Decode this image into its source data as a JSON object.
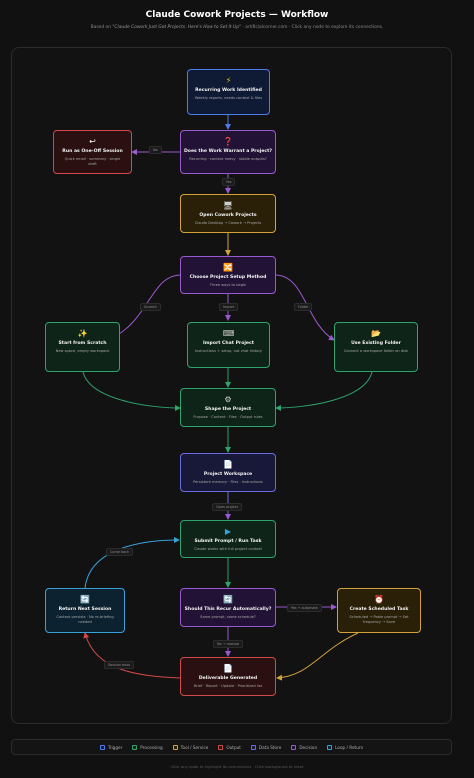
{
  "header": {
    "title": "Claude Cowork Projects — Workflow",
    "subtitle_prefix": "Based on ",
    "subtitle_source": "\"Claude Cowork Just Got Projects. Here's How to Set It Up\"",
    "subtitle_suffix": " · artificialcorner.com · Click any node to explore its connections."
  },
  "nodes": {
    "recurring": {
      "icon": "⚡",
      "icon_name": "lightning-icon",
      "title": "Recurring Work Identified",
      "desc": "Weekly reports, needs context & files"
    },
    "decide_project": {
      "icon": "❓",
      "icon_name": "question-mark-icon",
      "title": "Does the Work Warrant a Project?",
      "desc": "Recurring · context heavy · stable outputs?"
    },
    "one_off": {
      "icon": "↩",
      "icon_name": "return-arrow-icon",
      "title": "Run as One-Off Session",
      "desc": "Quick email · summary · single draft"
    },
    "open_cowork": {
      "icon": "🖥",
      "icon_name": "monitor-icon",
      "title": "Open Cowork Projects",
      "desc": "Claude Desktop → Cowork → Projects"
    },
    "setup_method": {
      "icon": "🔀",
      "icon_name": "shuffle-icon",
      "title": "Choose Project Setup Method",
      "desc": "Three ways to begin"
    },
    "scratch": {
      "icon": "✨",
      "icon_name": "sparkles-icon",
      "title": "Start from Scratch",
      "desc": "New space, empty workspace"
    },
    "import_chat": {
      "icon": "⌨",
      "icon_name": "keyboard-icon",
      "title": "Import Chat Project",
      "desc": "Instructions + setup, not chat history"
    },
    "existing_folder": {
      "icon": "📂",
      "icon_name": "folder-icon",
      "title": "Use Existing Folder",
      "desc": "Connect a workspace folder on disk"
    },
    "shape": {
      "icon": "⚙",
      "icon_name": "gear-icon",
      "title": "Shape the Project",
      "desc": "Purpose · Context · Files · Output rules"
    },
    "workspace": {
      "icon": "📄",
      "icon_name": "document-icon",
      "title": "Project Workspace",
      "desc": "Persistent memory · Files · Instructions"
    },
    "submit": {
      "icon": "▶",
      "icon_name": "play-icon",
      "title": "Submit Prompt / Run Task",
      "desc": "Claude works with full project context"
    },
    "recur_decision": {
      "icon": "🔄",
      "icon_name": "refresh-icon",
      "title": "Should This Recur Automatically?",
      "desc": "Same prompt, same schedule?"
    },
    "return_next": {
      "icon": "🔄",
      "icon_name": "refresh-icon",
      "title": "Return Next Session",
      "desc": "Context persists · No re-briefing needed"
    },
    "scheduled": {
      "icon": "⏰",
      "icon_name": "alarm-clock-icon",
      "title": "Create Scheduled Task",
      "desc": "Scheduled → Paste prompt → Set frequency → Save"
    },
    "deliverable": {
      "icon": "📄",
      "icon_name": "document-icon",
      "title": "Deliverable Generated",
      "desc": "Brief · Report · Update · Prioritized list"
    }
  },
  "edge_labels": {
    "no": "No",
    "yes": "Yes",
    "scratch": "Scratch",
    "import": "Import",
    "folder": "Folder",
    "open_project": "Open project",
    "come_back": "Come back",
    "yes_automate": "Yes → automate",
    "no_manual": "No → manual",
    "session_ends": "Session ends"
  },
  "legend": [
    {
      "label": "Trigger",
      "color": "#4b7bec"
    },
    {
      "label": "Processing",
      "color": "#2ea36b"
    },
    {
      "label": "Tool / Service",
      "color": "#d4a23a"
    },
    {
      "label": "Output",
      "color": "#d04a4a"
    },
    {
      "label": "Data Store",
      "color": "#6c6ce0"
    },
    {
      "label": "Decision",
      "color": "#9b59d0"
    },
    {
      "label": "Loop / Return",
      "color": "#3aa0d8"
    }
  ],
  "footer": "Click any node to highlight its connections · Click background to reset"
}
